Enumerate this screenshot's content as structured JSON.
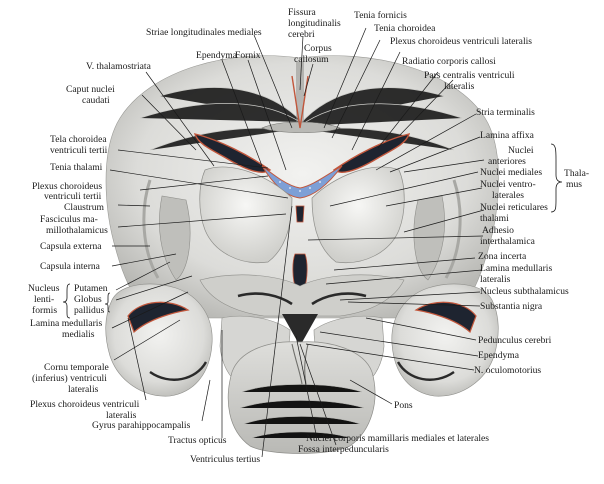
{
  "labels": {
    "striae_longitudinales_mediales": "Striae longitudinales mediales",
    "fissura_1": "Fissura",
    "fissura_2": "longitudinalis",
    "fissura_3": "cerebri",
    "tenia_fornicis": "Tenia fornicis",
    "tenia_choroidea": "Tenia choroidea",
    "ependyma_top": "Ependyma",
    "fornix": "Fornix",
    "corpus_callosum_1": "Corpus",
    "corpus_callosum_2": "callosum",
    "plexus_choroideus_ventriculi_lateralis_top": "Plexus choroideus ventriculi lateralis",
    "v_thalamostriata": "V. thalamostriata",
    "radiatio_corporis_callosi": "Radiatio corporis callosi",
    "pars_centralis_1": "Pars centralis ventriculi",
    "pars_centralis_2": "lateralis",
    "caput_nuclei_1": "Caput nuclei",
    "caput_nuclei_2": "caudati",
    "stria_terminalis": "Stria terminalis",
    "lamina_affixa": "Lamina affixa",
    "tela_choroidea_1": "Tela choroidea",
    "tela_choroidea_2": "ventriculi tertii",
    "nuclei_anteriores_1": "Nuclei",
    "nuclei_anteriores_2": "anteriores",
    "thalamus_1": "Thala-",
    "thalamus_2": "mus",
    "tenia_thalami": "Tenia thalami",
    "nuclei_mediales": "Nuclei mediales",
    "plexus_choroideus_v_tertii_1": "Plexus choroideus",
    "plexus_choroideus_v_tertii_2": "ventriculi tertii",
    "nuclei_ventrolaterales_1": "Nuclei ventro-",
    "nuclei_ventrolaterales_2": "laterales",
    "claustrum": "Claustrum",
    "nuclei_reticulares_1": "Nuclei reticulares",
    "nuclei_reticulares_2": "thalami",
    "fasciculus_1": "Fasciculus ma-",
    "fasciculus_2": "millothalamicus",
    "adhesio_1": "Adhesio",
    "adhesio_2": "interthalamica",
    "capsula_externa": "Capsula externa",
    "zona_incerta": "Zona incerta",
    "capsula_interna": "Capsula interna",
    "lamina_medullaris_lateralis_1": "Lamina medullaris",
    "lamina_medullaris_lateralis_2": "lateralis",
    "nucleus_1": "Nucleus",
    "nucleus_2": "lenti-",
    "nucleus_3": "formis",
    "putamen": "Putamen",
    "globus": "Globus",
    "pallidus": "pallidus",
    "nucleus_subthalamicus": "Nucleus subthalamicus",
    "substantia_nigra": "Substantia nigra",
    "lamina_medullaris_medialis_1": "Lamina medullaris",
    "lamina_medullaris_medialis_2": "medialis",
    "pedunculus_cerebri": "Pedunculus cerebri",
    "ependyma_bottom": "Ependyma",
    "cornu_temporale_1": "Cornu temporale",
    "cornu_temporale_2": "(inferius) ventriculi",
    "cornu_temporale_3": "lateralis",
    "n_oculomotorius": "N. oculomotorius",
    "plexus_choroideus_bottom_1": "Plexus choroideus ventriculi",
    "plexus_choroideus_bottom_2": "lateralis",
    "pons": "Pons",
    "gyrus_parahippocampalis": "Gyrus parahippocampalis",
    "tractus_opticus": "Tractus opticus",
    "nuclei_corporis_mamillaris": "Nuclei corporis mamillaris mediales et laterales",
    "ventriculus_tertius": "Ventriculus tertius",
    "fossa_interpeduncularis": "Fossa interpeduncularis"
  },
  "colors": {
    "tissue_light": "#e9e9e7",
    "tissue_mid": "#c9c9c6",
    "tissue_dark": "#8e8e8a",
    "ventricle": "#1e2430",
    "ependyma_red": "#c2573c",
    "plexus_blue": "#7d9fd6",
    "ink": "#1a1a1a"
  }
}
